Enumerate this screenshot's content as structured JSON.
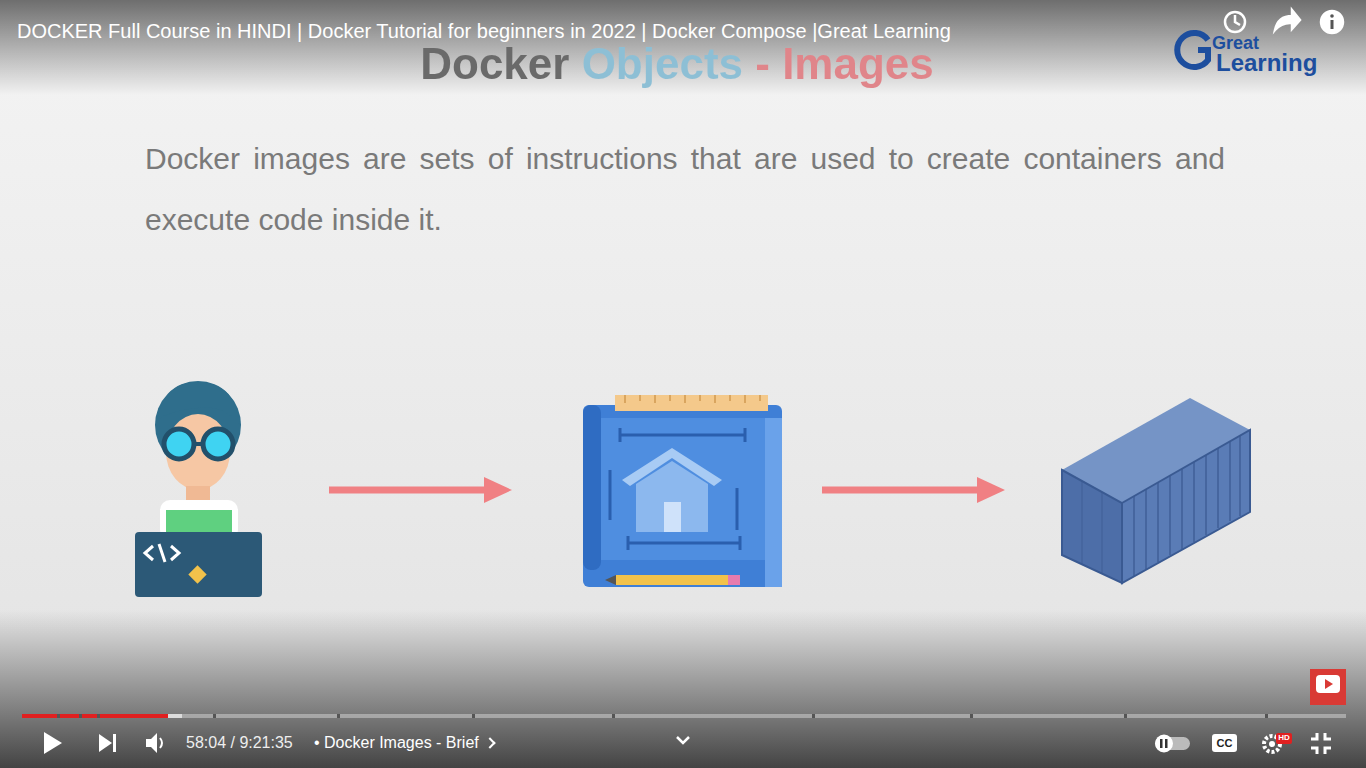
{
  "diagram": {
    "title": "Docker Objects - Images",
    "labels": [
      "DOCKER Full Course in HINDI | Docker Tutorial for beginners in 2022 | Docker Compose |Great Learning",
      "Great",
      "Learning",
      "Docker images are sets of instructions that are used to create containers and execute code inside it.",
      "58:04 / 9:21:35",
      "• Docker Images - Brief",
      "CC",
      "HD"
    ]
  }
}
